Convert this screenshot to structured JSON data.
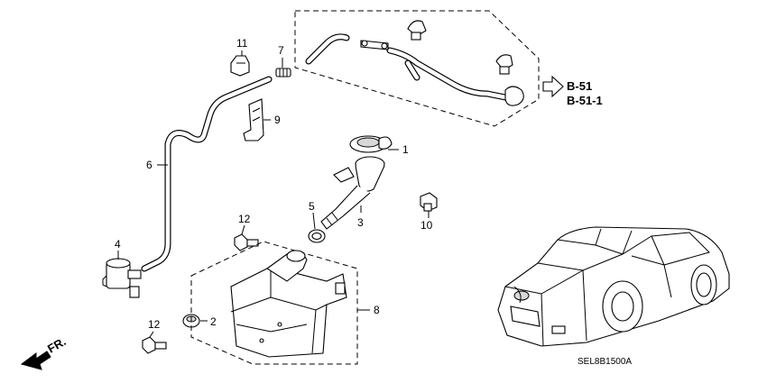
{
  "callouts": {
    "c1": "1",
    "c2": "2",
    "c3": "3",
    "c4": "4",
    "c5": "5",
    "c6": "6",
    "c7": "7",
    "c8": "8",
    "c9": "9",
    "c10": "10",
    "c11": "11",
    "c12a": "12",
    "c12b": "12"
  },
  "refs": {
    "ref1": "B-51",
    "ref2": "B-51-1"
  },
  "front_marker": "FR.",
  "diagram_code": "SEL8B1500A"
}
